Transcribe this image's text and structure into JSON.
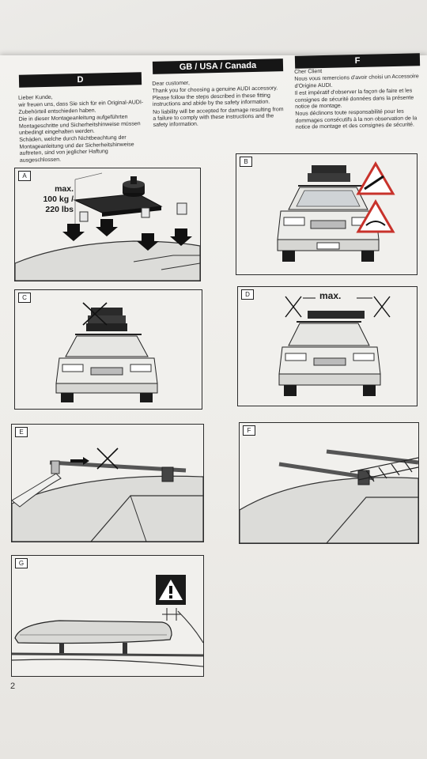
{
  "headers": {
    "de": "D",
    "en": "GB / USA / Canada",
    "fr": "F"
  },
  "text_de": {
    "p1": "Lieber Kunde,",
    "p2": "wir freuen uns, dass Sie sich für ein Original-AUDI-Zubehörteil entschieden haben.",
    "p3": "Die in dieser Montageanleitung aufgeführten Montageschritte und Sicherheitshinweise müssen unbedingt eingehalten werden.",
    "p4": "Schäden, welche durch Nichtbeachtung der Montageanleitung und der Sicherheitshinweise auftreten, sind von jeglicher Haftung ausgeschlossen."
  },
  "text_en": {
    "p1": "Dear customer,",
    "p2": "Thank you for choosing a genuine AUDI accessory. Please follow the steps described in these fitting instructions and abide by the safety information.",
    "p3": "No liability will be accepted for damage resulting from a failure to comply with these instructions and the safety information."
  },
  "text_fr": {
    "p1": "Cher Client",
    "p2": "Nous vous remercions d'avoir choisi un Accessoire d'Origine AUDI.",
    "p3": "Il est impératif d'observer la façon de faire et les consignes de sécurité données dans la présente notice de montage.",
    "p4": "Nous déclinons toute responsabilité pour les dommages consécutifs à la non observation de la notice de montage et des consignes de sécurité."
  },
  "panels": {
    "a": {
      "letter": "A",
      "load_line1": "max.",
      "load_line2": "100 kg /",
      "load_line3": "220 lbs"
    },
    "b": {
      "letter": "B"
    },
    "c": {
      "letter": "C"
    },
    "d": {
      "letter": "D",
      "max_label": "max."
    },
    "e": {
      "letter": "E"
    },
    "f": {
      "letter": "F"
    },
    "g": {
      "letter": "G"
    }
  },
  "page_number": "2",
  "colors": {
    "header_bg": "#161616",
    "warning_bg": "#1a1a1a",
    "sign_red": "#c8322b",
    "sign_fill": "#ffffff"
  }
}
